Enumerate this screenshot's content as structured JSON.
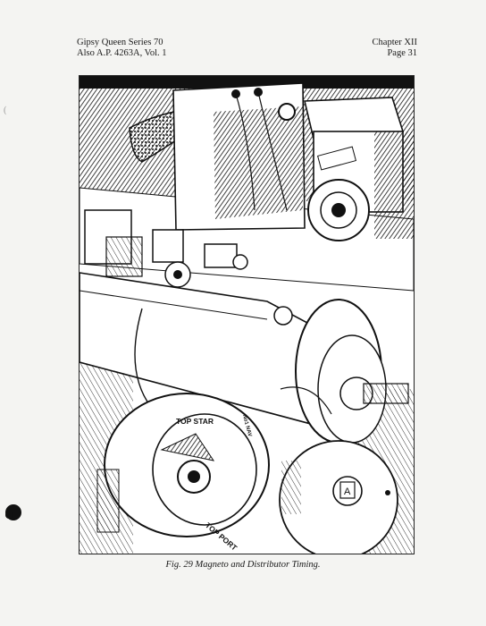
{
  "header": {
    "left_line1": "Gipsy Queen Series 70",
    "left_line2": "Also A.P. 4263A, Vol. 1",
    "right_line1": "Chapter XII",
    "right_line2": "Page 31"
  },
  "figure": {
    "labels": {
      "top_star": "TOP STAR",
      "top_port": "TOP PORT",
      "no1_nav": "No1 NAV",
      "inset_letter": "A"
    }
  },
  "caption": "Fig. 29  Magneto and Distributor Timing."
}
